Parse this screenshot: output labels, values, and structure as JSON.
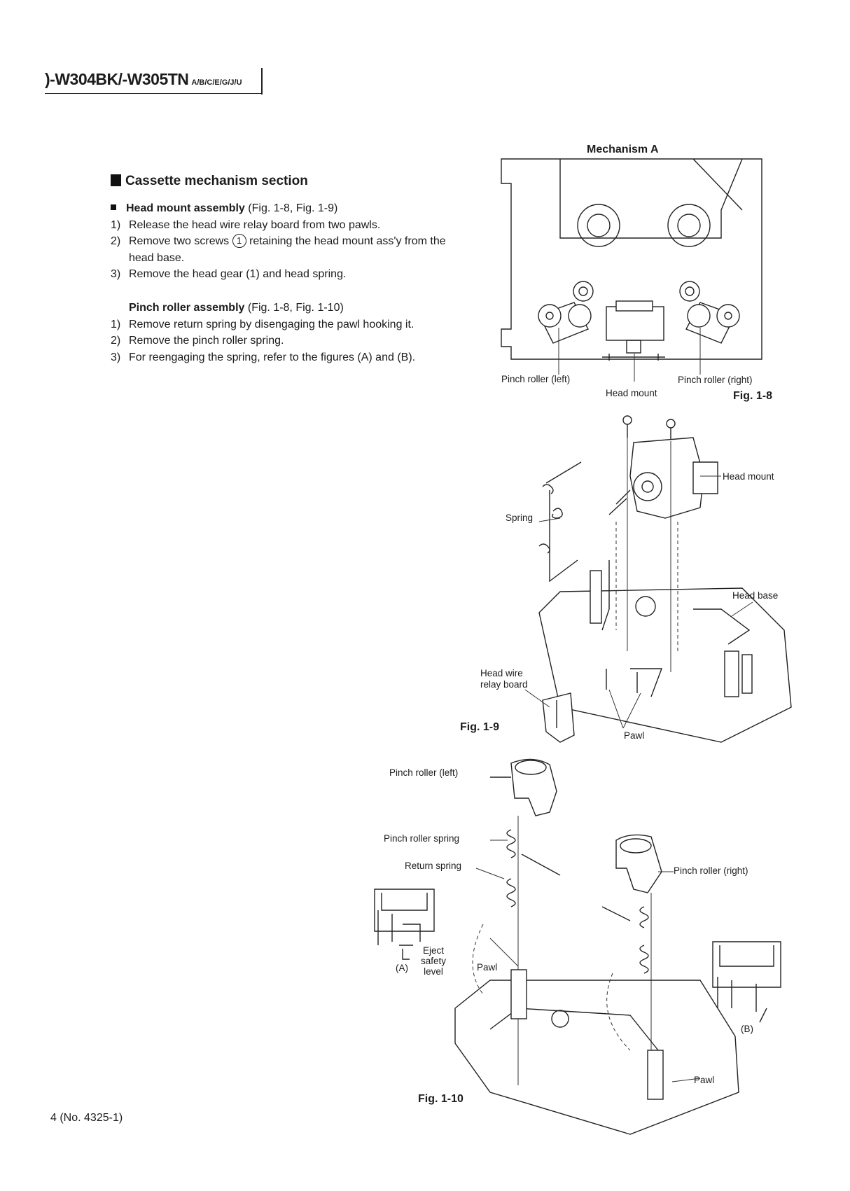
{
  "header": {
    "model": ")-W304BK/-W305TN",
    "suffix": "A/B/C/E/G/J/U"
  },
  "section": {
    "title": "Cassette mechanism section",
    "head_mount": {
      "title": "Head mount assembly",
      "ref": "(Fig. 1-8, Fig. 1-9)",
      "steps": [
        {
          "num": "1)",
          "text": "Release the head wire relay board from two pawls."
        },
        {
          "num": "2)",
          "text_a": "Remove two screws",
          "circled": "1",
          "text_b": "retaining the head mount ass'y from the head base."
        },
        {
          "num": "3)",
          "text": "Remove the head gear (1) and head spring."
        }
      ]
    },
    "pinch_roller": {
      "title": "Pinch roller assembly",
      "ref": "(Fig. 1-8, Fig. 1-10)",
      "steps": [
        {
          "num": "1)",
          "text": "Remove return spring by disengaging the pawl hooking it."
        },
        {
          "num": "2)",
          "text": "Remove the pinch roller spring."
        },
        {
          "num": "3)",
          "text": "For reengaging the spring, refer to the figures (A) and (B)."
        }
      ]
    }
  },
  "fig18": {
    "caption": "Fig. 1-8",
    "title": "Mechanism A",
    "labels": {
      "pinch_left": "Pinch roller (left)",
      "pinch_right": "Pinch roller (right)",
      "head_mount": "Head mount"
    }
  },
  "fig19": {
    "caption": "Fig. 1-9",
    "labels": {
      "head_mount": "Head mount",
      "spring": "Spring",
      "head_base": "Head base",
      "relay_1": "Head wire",
      "relay_2": "relay board",
      "pawl": "Pawl"
    }
  },
  "fig110": {
    "caption": "Fig. 1-10",
    "labels": {
      "pinch_left": "Pinch roller (left)",
      "pinch_spring": "Pinch roller spring",
      "return_spring": "Return spring",
      "pinch_right": "Pinch roller (right)",
      "eject_1": "Eject",
      "eject_2": "safety",
      "eject_3": "level",
      "a": "(A)",
      "b": "(B)",
      "pawl_left": "Pawl",
      "pawl_right": "Pawl"
    }
  },
  "footer": {
    "page": "4 (No. 4325-1)"
  }
}
